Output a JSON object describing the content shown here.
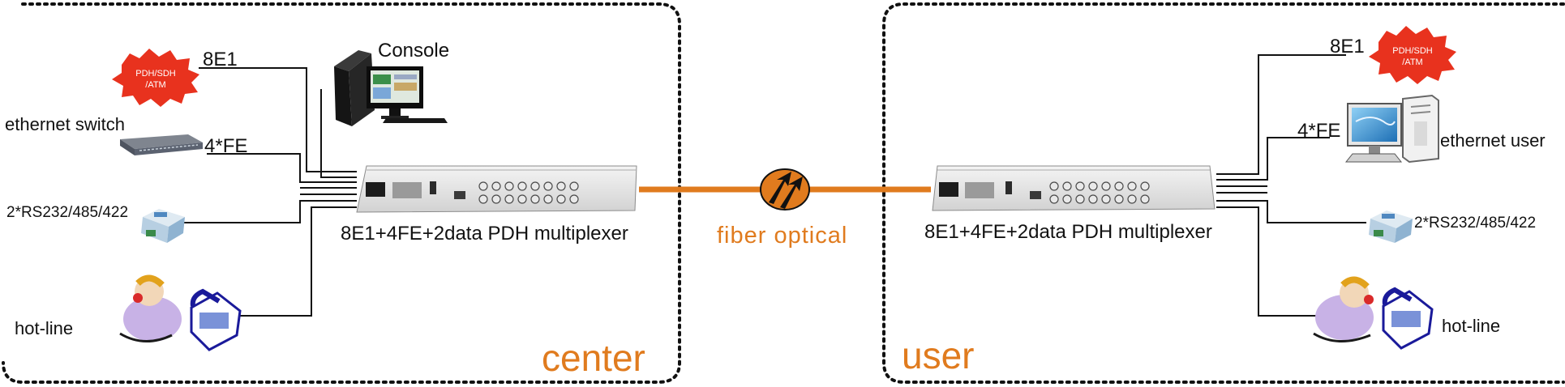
{
  "diagram": {
    "colors": {
      "accent": "#e07b1e",
      "border": "#111111",
      "badge": "#e8321e"
    },
    "center": {
      "zone_label": "center",
      "e1_label": "8E1",
      "badge_lines": [
        "PDH/SDH",
        "/ATM"
      ],
      "console_label": "Console",
      "switch_label": "ethernet  switch",
      "fe_label": "4*FE",
      "serial_label": "2*RS232/485/422",
      "hotline_label": "hot-line",
      "device_label": "8E1+4FE+2data PDH multiplexer"
    },
    "link": {
      "label": "fiber  optical"
    },
    "user": {
      "zone_label": "user",
      "e1_label": "8E1",
      "badge_lines": [
        "PDH/SDH",
        "/ATM"
      ],
      "fe_label": "4*FE",
      "ethernet_user_label": "ethernet user",
      "serial_label": "2*RS232/485/422",
      "hotline_label": "hot-line",
      "device_label": "8E1+4FE+2data PDH multiplexer"
    }
  }
}
